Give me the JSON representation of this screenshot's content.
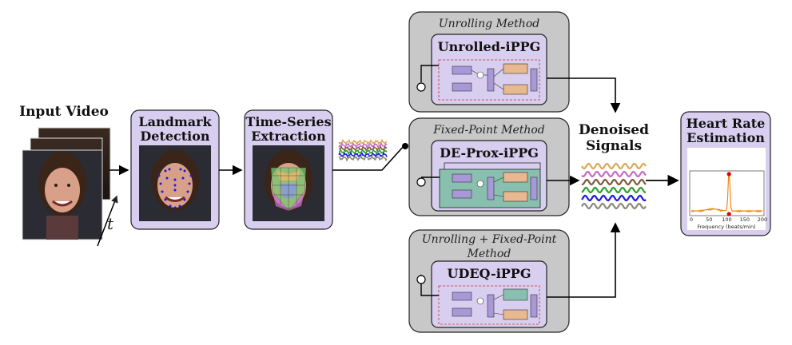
{
  "input": {
    "title": "Input Video",
    "time_symbol": "t"
  },
  "landmark": {
    "line1": "Landmark",
    "line2": "Detection"
  },
  "timeseries": {
    "line1": "Time-Series",
    "line2": "Extraction"
  },
  "methods": {
    "unrolling": {
      "header": "Unrolling Method",
      "title": "Unrolled-iPPG"
    },
    "fixed_point": {
      "header": "Fixed-Point Method",
      "title": "DE-Prox-iPPG"
    },
    "unrolling_fixed": {
      "header_line1": "Unrolling + Fixed-Point",
      "header_line2": "Method",
      "title": "UDEQ-iPPG"
    }
  },
  "denoised": {
    "line1": "Denoised",
    "line2": "Signals"
  },
  "heart_rate": {
    "line1": "Heart Rate",
    "line2": "Estimation",
    "xlabel": "Frequency (beats/min)",
    "xticks": [
      "0",
      "50",
      "100",
      "150",
      "200"
    ]
  },
  "signal_colors": [
    "#d9a85a",
    "#c86ac8",
    "#7a5a3a",
    "#2aa02a",
    "#1a1adc",
    "#8a8a7a"
  ],
  "colors": {
    "panel_lavender": "#d8cff0",
    "panel_gray": "#c8c8c8",
    "network_fill": "#c8b8e8",
    "deprox_inner": "#88bfae",
    "spectrum_line": "#f08000",
    "peak_marker": "#dd0000"
  }
}
